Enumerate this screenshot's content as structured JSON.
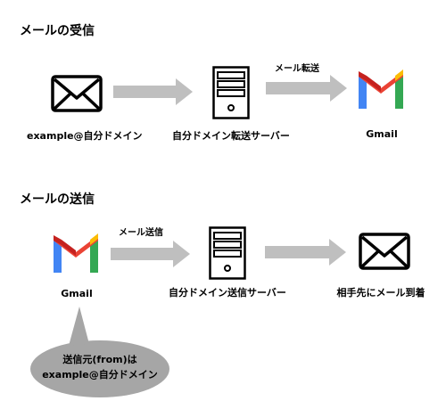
{
  "receive": {
    "title": "メールの受信",
    "source_label": "example@自分ドメイン",
    "server_label": "自分ドメイン転送サーバー",
    "dest_label": "Gmail",
    "arrow_label": "メール転送"
  },
  "send": {
    "title": "メールの送信",
    "source_label": "Gmail",
    "server_label": "自分ドメイン送信サーバー",
    "dest_label": "相手先にメール到着",
    "arrow_label": "メール送信"
  },
  "callout": {
    "line1": "送信元(from)は",
    "line2": "example@自分ドメイン"
  },
  "colors": {
    "arrow": "#bfbfbf",
    "bubble": "#a6a6a6",
    "gmail_red": "#EA4335",
    "gmail_dark_red": "#C5221F",
    "gmail_blue": "#4285F4",
    "gmail_green": "#34A853",
    "gmail_yellow": "#FBBC04"
  }
}
